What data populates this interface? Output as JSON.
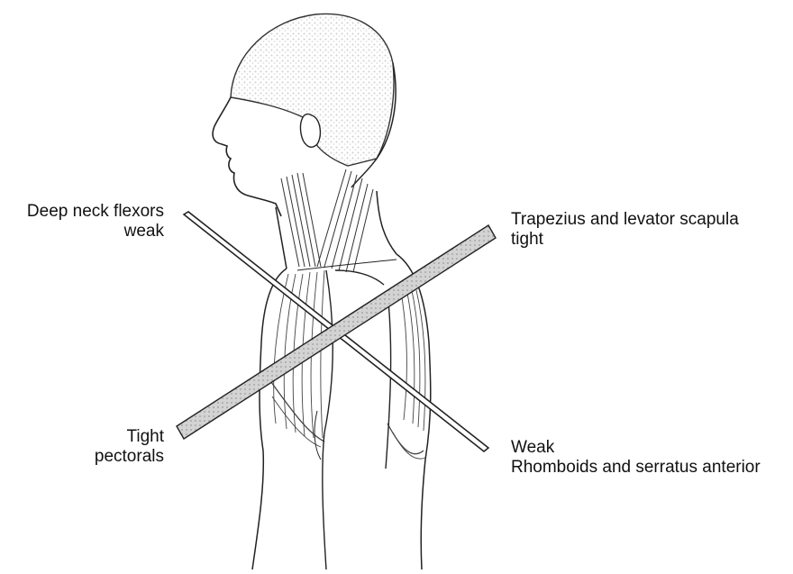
{
  "labels": {
    "deep_neck": {
      "line1": "Deep neck flexors",
      "line2": "weak"
    },
    "trapezius": {
      "line1": "Trapezius and levator scapula",
      "line2": "tight"
    },
    "pectorals": {
      "line1": "Tight",
      "line2": "pectorals"
    },
    "rhomboids": {
      "line1": "Weak",
      "line2": "Rhomboids and serratus anterior"
    }
  },
  "colors": {
    "ink": "#111111",
    "bar_fill": "#c9c9c9",
    "shading": "#d9d9d9",
    "background": "#ffffff"
  }
}
